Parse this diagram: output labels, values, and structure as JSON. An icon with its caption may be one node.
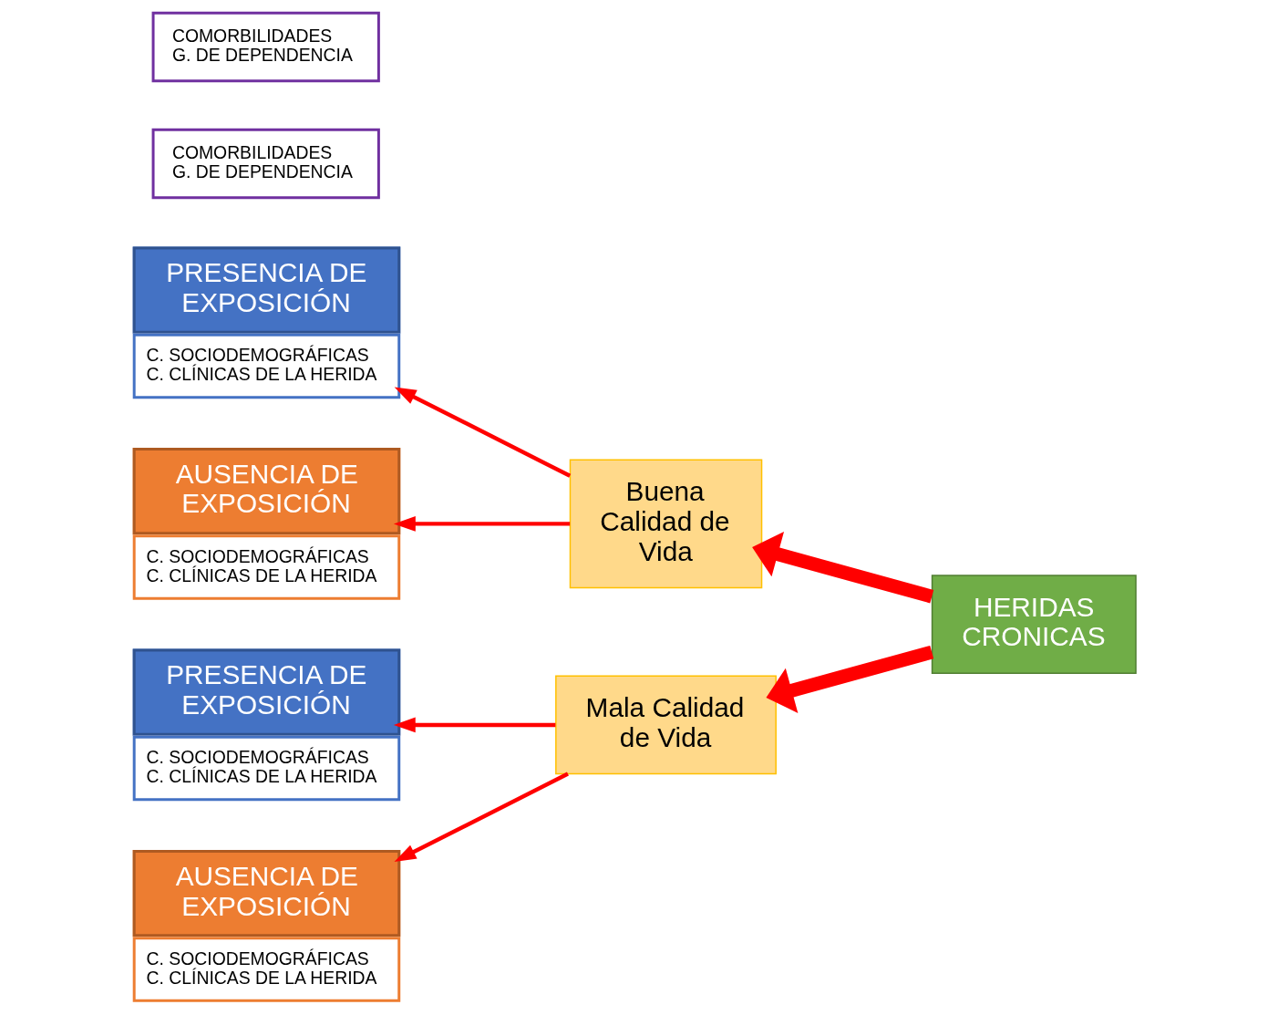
{
  "diagram": {
    "nodes": [
      {
        "text": [
          "PRESENCIA DE EXPOSICIÓN",
          "C. SOCIODEMOGRÁFICAS",
          "C. CLÍNICAS DE LA HERIDA"
        ]
      },
      {
        "text": [
          "COMORBILIDADES",
          "G. DE DEPENDENCIA"
        ]
      },
      {
        "text": [
          "Buena Calidad de Vida"
        ]
      },
      {
        "text": [
          "AUSENCIA DE EXPOSICIÓN",
          "C. SOCIODEMOGRÁFICAS",
          "C. CLÍNICAS DE LA HERIDA"
        ]
      },
      {
        "text": [
          "HERIDAS CRONICAS"
        ]
      },
      {
        "text": [
          "PRESENCIA DE EXPOSICIÓN",
          "C. SOCIODEMOGRÁFICAS",
          "C. CLÍNICAS DE LA HERIDA"
        ]
      },
      {
        "text": [
          "Mala Calidad de Vida"
        ]
      },
      {
        "text": [
          "COMORBILIDADES",
          "G. DE DEPENDENCIA"
        ]
      },
      {
        "text": [
          "AUSENCIA DE EXPOSICIÓN",
          "C. SOCIODEMOGRÁFICAS",
          "C. CLÍNICAS DE LA HERIDA"
        ]
      }
    ],
    "edges": [
      {
        "from": 4,
        "to": 2,
        "arrow": "to",
        "style": "thick"
      },
      {
        "from": 4,
        "to": 6,
        "arrow": "to",
        "style": "thick"
      },
      {
        "from": 2,
        "to": 0,
        "arrow": "to"
      },
      {
        "from": 2,
        "to": 3,
        "arrow": "to"
      },
      {
        "from": 6,
        "to": 5,
        "arrow": "to"
      },
      {
        "from": 6,
        "to": 8,
        "arrow": "to"
      }
    ]
  }
}
